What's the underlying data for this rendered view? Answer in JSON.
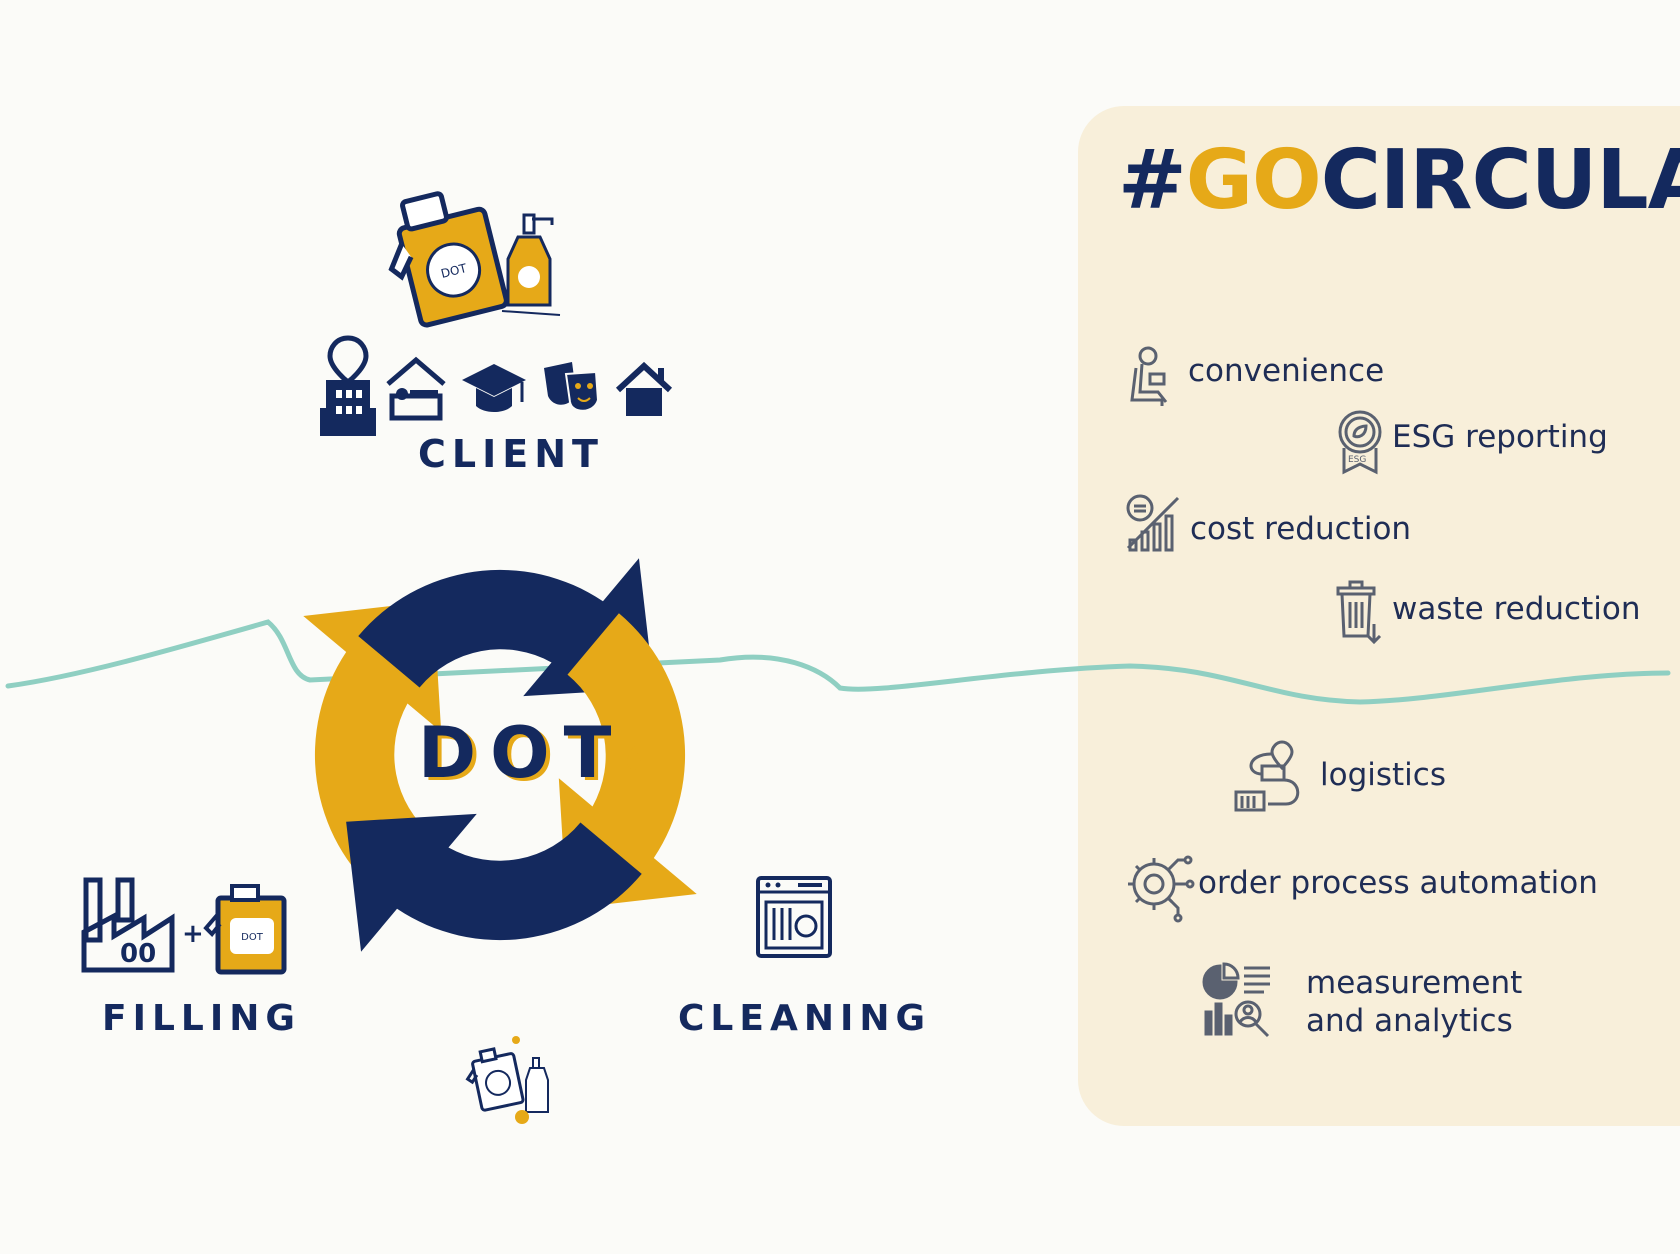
{
  "diagram": {
    "center_label": "DOT",
    "stages": {
      "client": "CLIENT",
      "filling": "FILLING",
      "cleaning": "CLEANING"
    },
    "container_text": "DOT"
  },
  "panel": {
    "hashtag": {
      "prefix": "#",
      "highlight": "GO",
      "suffix": "CIRCULAR"
    },
    "benefits_above": [
      {
        "label": "convenience",
        "icon": "relaxing-person-icon"
      },
      {
        "label": "ESG reporting",
        "icon": "esg-badge-icon"
      },
      {
        "label": "cost reduction",
        "icon": "growth-chart-icon"
      },
      {
        "label": "waste reduction",
        "icon": "trash-bin-icon"
      }
    ],
    "benefits_below": [
      {
        "label": "logistics",
        "icon": "delivery-route-icon"
      },
      {
        "label": "order process automation",
        "icon": "gear-circuit-icon"
      },
      {
        "label": "measurement\nand analytics",
        "line1": "measurement",
        "line2": "and analytics",
        "icon": "analytics-icon"
      }
    ]
  },
  "colors": {
    "navy": "#14295e",
    "gold": "#e6a918",
    "panel": "#f8efda",
    "wave": "#8fcfc2",
    "icon_gray": "#5a6170"
  }
}
